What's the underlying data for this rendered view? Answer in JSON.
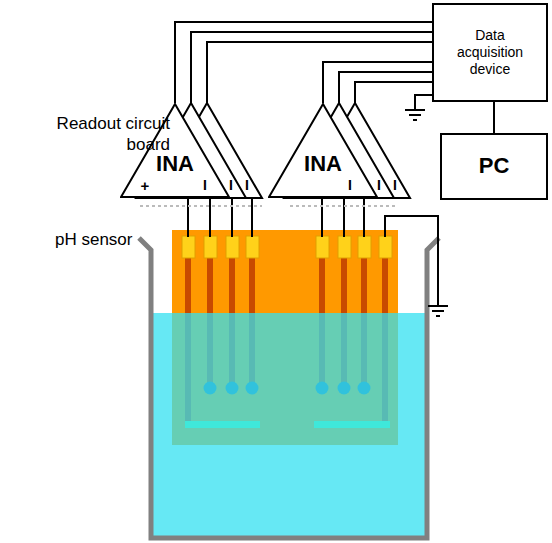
{
  "diagram": {
    "nodes": [
      {
        "text": [
          "Data acquisition device"
        ]
      },
      {
        "text": [
          "PC"
        ]
      },
      {
        "text": [
          "INA"
        ]
      },
      {
        "text": [
          "INA"
        ]
      }
    ],
    "edges": [
      {
        "from": 2,
        "to": 0,
        "arrow": "none"
      },
      {
        "from": 3,
        "to": 0,
        "arrow": "none"
      },
      {
        "from": 0,
        "to": 1,
        "arrow": "none"
      }
    ],
    "labels": [
      "Readout circuit board",
      "+",
      "I",
      "I",
      "I",
      "I",
      "I",
      "I",
      "pH sensor"
    ]
  }
}
